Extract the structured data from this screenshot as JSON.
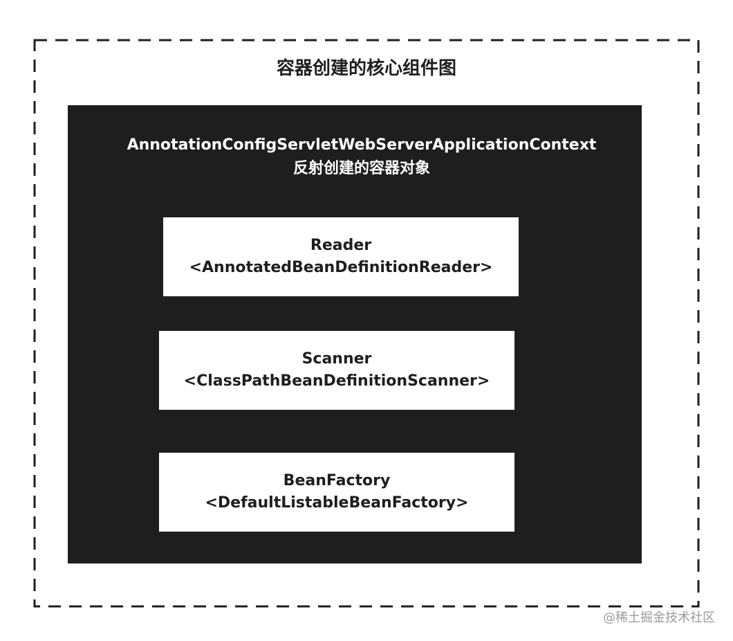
{
  "diagram": {
    "frame_title": "容器创建的核心组件图",
    "context": {
      "class_name": "AnnotationConfigServletWebServerApplicationContext",
      "description": "反射创建的容器对象"
    },
    "components": [
      {
        "name": "Reader",
        "type": "<AnnotatedBeanDefinitionReader>"
      },
      {
        "name": "Scanner",
        "type": "<ClassPathBeanDefinitionScanner>"
      },
      {
        "name": "BeanFactory",
        "type": "<DefaultListableBeanFactory>"
      }
    ],
    "watermark": "@稀土掘金技术社区"
  },
  "colors": {
    "dark_box": "#1e1e1e",
    "component_fill": "#ffffff",
    "dashed_border": "#1e1e1e"
  }
}
